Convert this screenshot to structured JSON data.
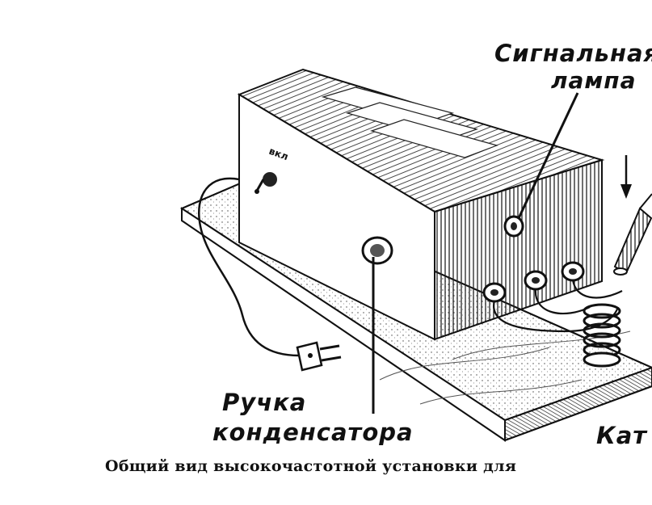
{
  "labels": {
    "signal_lamp_line1": "Сигнальная",
    "signal_lamp_line2": "лампа",
    "knob_line1": "Ручка",
    "knob_line2": "конденсатора",
    "coil_partial": "Кат",
    "panel_mark": "вкл"
  },
  "caption": "Общий вид высокочастотной установки для"
}
